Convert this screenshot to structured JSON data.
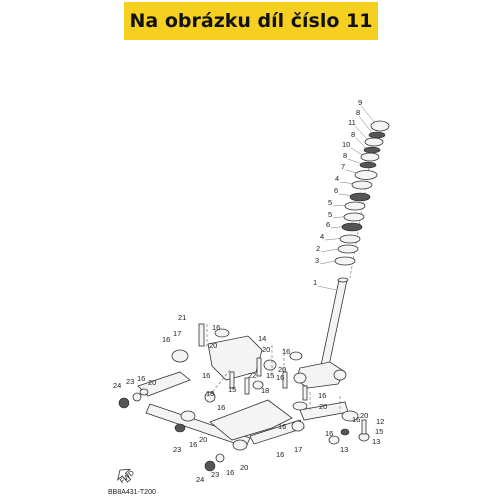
{
  "header": {
    "text": "Na obrázku díl číslo 11"
  },
  "diagram": {
    "code": "BB8A431-T200",
    "fwd_label": "FWD",
    "callouts": [
      {
        "text": "9"
      },
      {
        "text": "8"
      },
      {
        "text": "11"
      },
      {
        "text": "8"
      },
      {
        "text": "10"
      },
      {
        "text": "8"
      },
      {
        "text": "7"
      },
      {
        "text": "4"
      },
      {
        "text": "6"
      },
      {
        "text": "5"
      },
      {
        "text": "5"
      },
      {
        "text": "6"
      },
      {
        "text": "4"
      },
      {
        "text": "2"
      },
      {
        "text": "3"
      },
      {
        "text": "1"
      },
      {
        "text": "21"
      },
      {
        "text": "17"
      },
      {
        "text": "16"
      },
      {
        "text": "20"
      },
      {
        "text": "16"
      },
      {
        "text": "14"
      },
      {
        "text": "20"
      },
      {
        "text": "16"
      },
      {
        "text": "22"
      },
      {
        "text": "15"
      },
      {
        "text": "15"
      },
      {
        "text": "18"
      },
      {
        "text": "16"
      },
      {
        "text": "20"
      },
      {
        "text": "16"
      },
      {
        "text": "19"
      },
      {
        "text": "24"
      },
      {
        "text": "23"
      },
      {
        "text": "16"
      },
      {
        "text": "20"
      },
      {
        "text": "16"
      },
      {
        "text": "23"
      },
      {
        "text": "20"
      },
      {
        "text": "16"
      },
      {
        "text": "24"
      },
      {
        "text": "23"
      },
      {
        "text": "16"
      },
      {
        "text": "20"
      },
      {
        "text": "16"
      },
      {
        "text": "20"
      },
      {
        "text": "16"
      },
      {
        "text": "16"
      },
      {
        "text": "17"
      },
      {
        "text": "12"
      },
      {
        "text": "15"
      },
      {
        "text": "13"
      },
      {
        "text": "13"
      },
      {
        "text": "20"
      },
      {
        "text": "16"
      },
      {
        "text": "16"
      }
    ]
  }
}
